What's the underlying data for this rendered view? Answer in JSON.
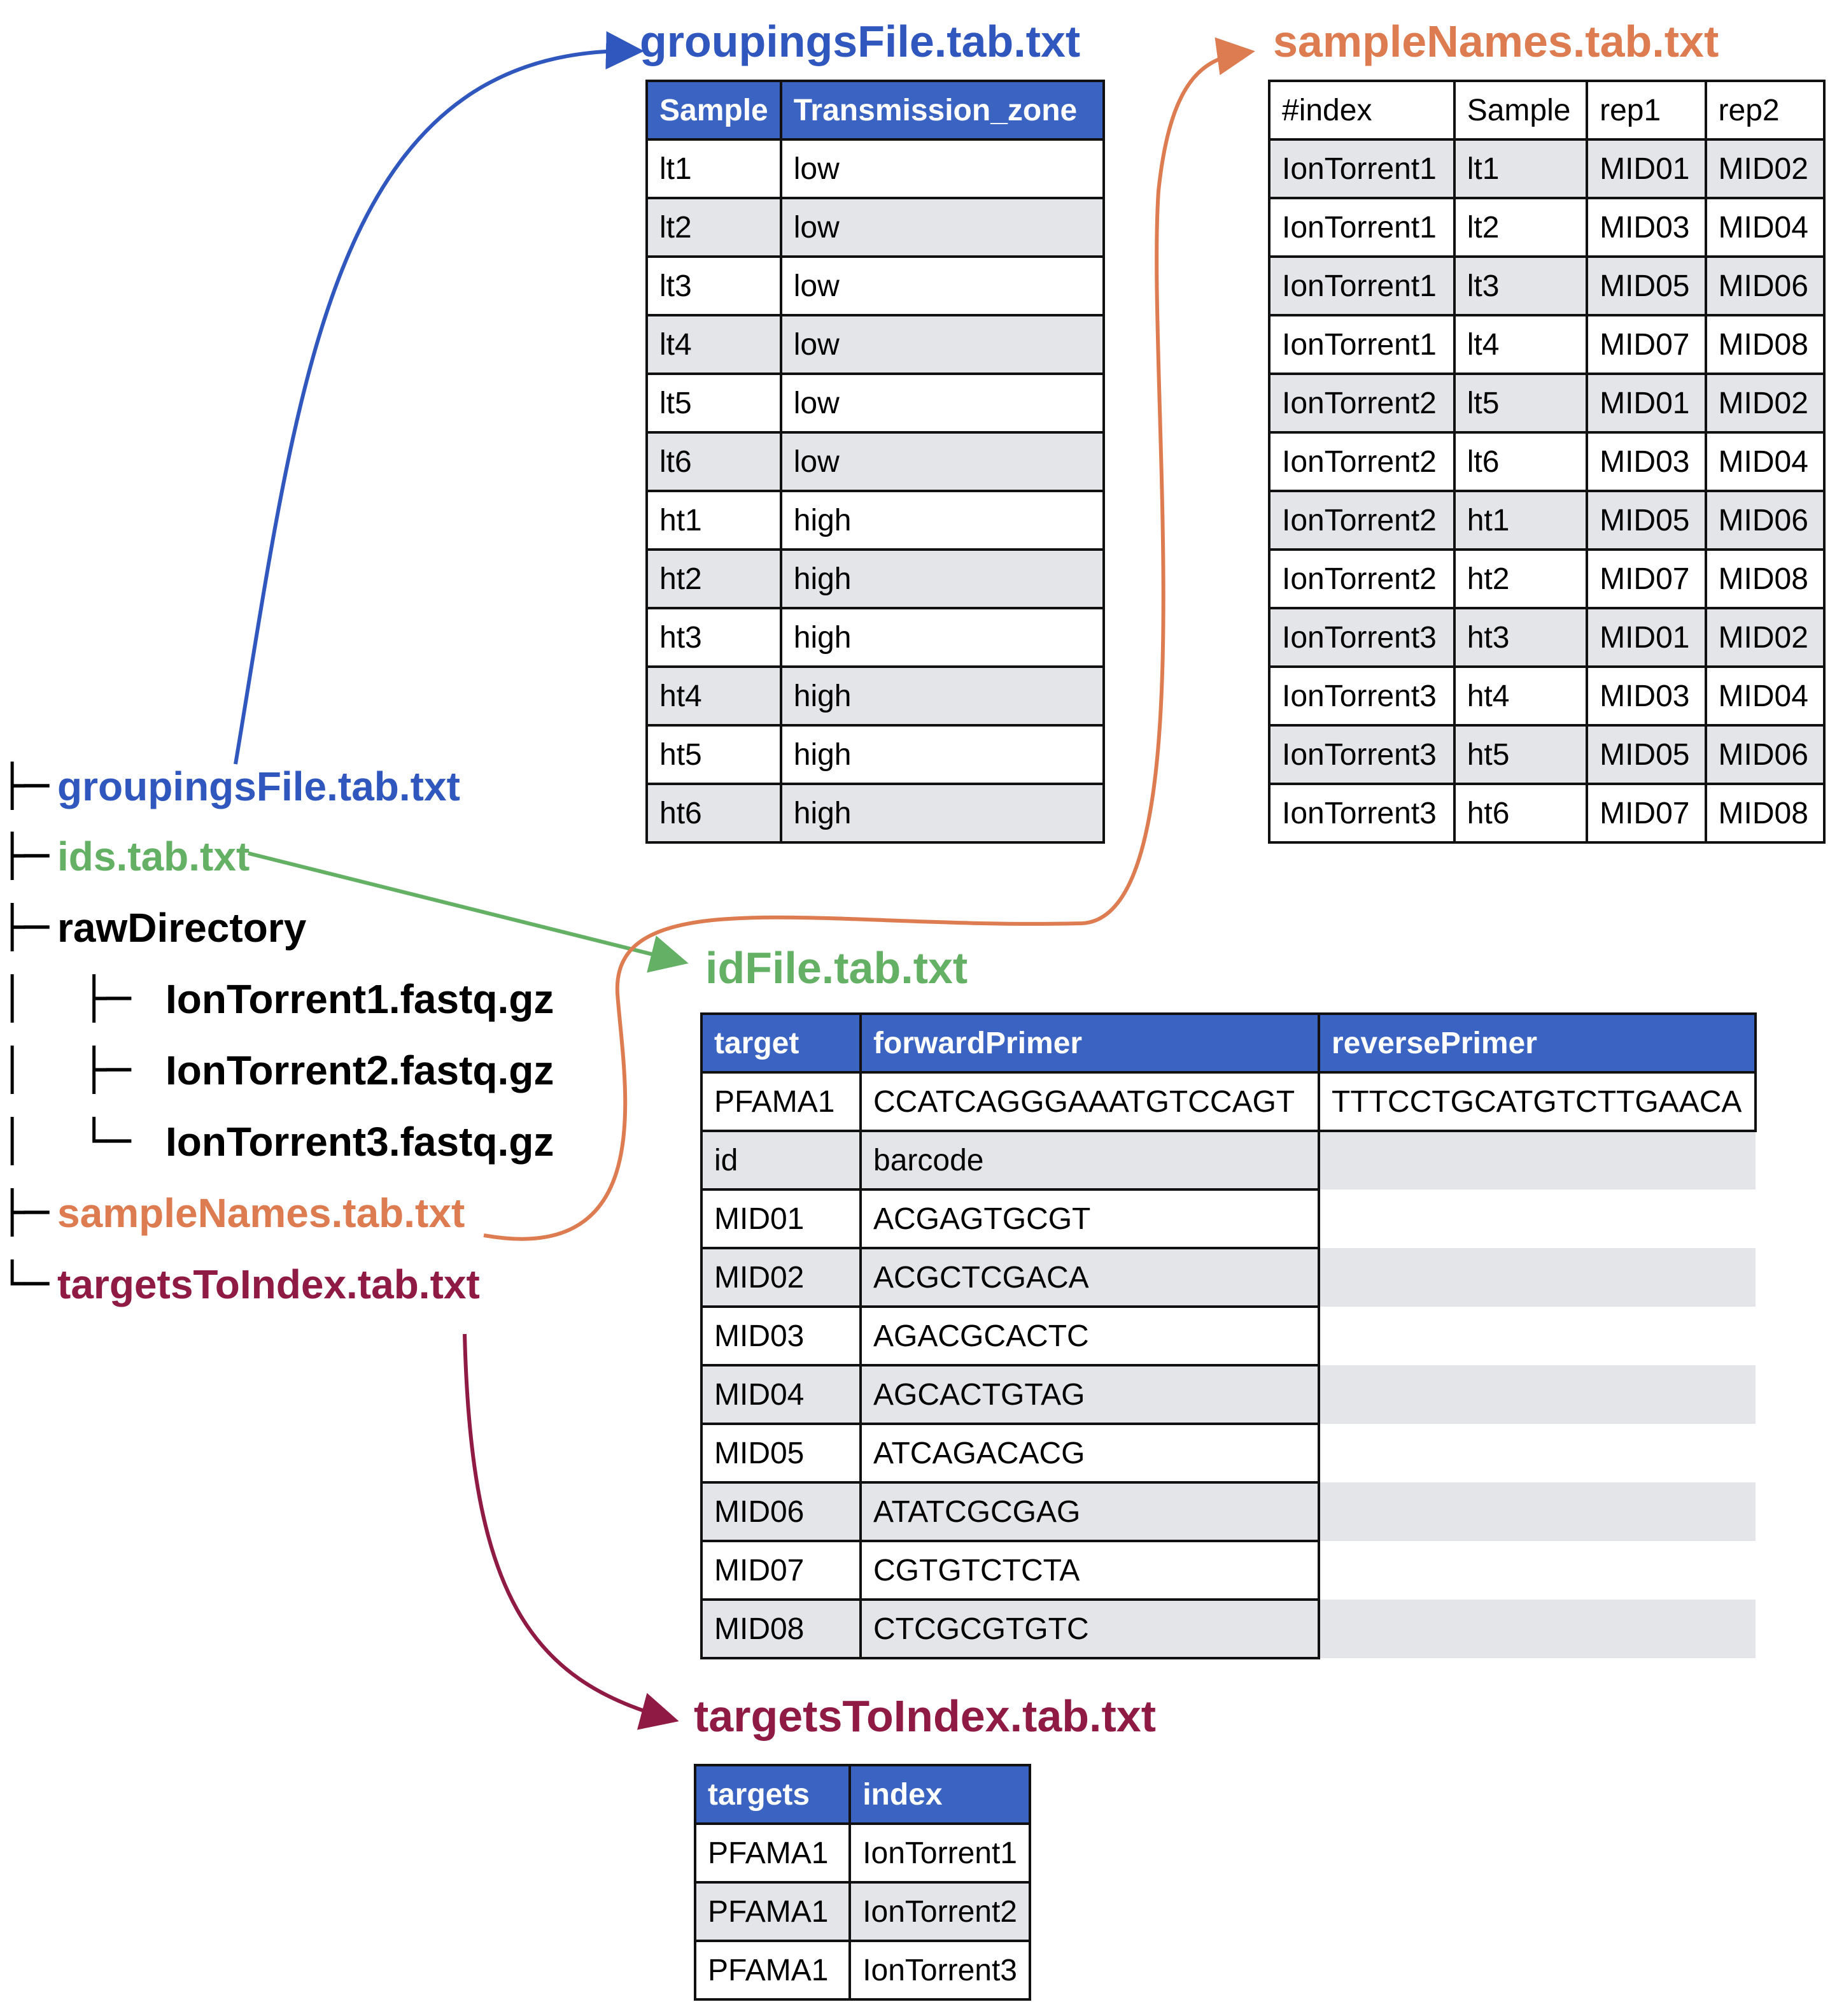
{
  "colors": {
    "grouping": "#3057bd",
    "ids": "#64b165",
    "sample_names": "#dd7c51",
    "targets": "#8f1a43",
    "header_bg": "#3a63c2",
    "alt_row_bg": "#e4e5e8"
  },
  "tree": {
    "items": [
      {
        "label": "groupingsFile.tab.txt"
      },
      {
        "label": "ids.tab.txt"
      },
      {
        "label": "rawDirectory"
      },
      {
        "label": "IonTorrent1.fastq.gz"
      },
      {
        "label": "IonTorrent2.fastq.gz"
      },
      {
        "label": "IonTorrent3.fastq.gz"
      },
      {
        "label": "sampleNames.tab.txt"
      },
      {
        "label": "targetsToIndex.tab.txt"
      }
    ]
  },
  "groupings": {
    "title": "groupingsFile.tab.txt",
    "headers": [
      "Sample",
      "Transmission_zone"
    ],
    "rows": [
      [
        "lt1",
        "low"
      ],
      [
        "lt2",
        "low"
      ],
      [
        "lt3",
        "low"
      ],
      [
        "lt4",
        "low"
      ],
      [
        "lt5",
        "low"
      ],
      [
        "lt6",
        "low"
      ],
      [
        "ht1",
        "high"
      ],
      [
        "ht2",
        "high"
      ],
      [
        "ht3",
        "high"
      ],
      [
        "ht4",
        "high"
      ],
      [
        "ht5",
        "high"
      ],
      [
        "ht6",
        "high"
      ]
    ]
  },
  "sample_names": {
    "title": "sampleNames.tab.txt",
    "headers": [
      "#index",
      "Sample",
      "rep1",
      "rep2"
    ],
    "rows": [
      [
        "IonTorrent1",
        "lt1",
        "MID01",
        "MID02"
      ],
      [
        "IonTorrent1",
        "lt2",
        "MID03",
        "MID04"
      ],
      [
        "IonTorrent1",
        "lt3",
        "MID05",
        "MID06"
      ],
      [
        "IonTorrent1",
        "lt4",
        "MID07",
        "MID08"
      ],
      [
        "IonTorrent2",
        "lt5",
        "MID01",
        "MID02"
      ],
      [
        "IonTorrent2",
        "lt6",
        "MID03",
        "MID04"
      ],
      [
        "IonTorrent2",
        "ht1",
        "MID05",
        "MID06"
      ],
      [
        "IonTorrent2",
        "ht2",
        "MID07",
        "MID08"
      ],
      [
        "IonTorrent3",
        "ht3",
        "MID01",
        "MID02"
      ],
      [
        "IonTorrent3",
        "ht4",
        "MID03",
        "MID04"
      ],
      [
        "IonTorrent3",
        "ht5",
        "MID05",
        "MID06"
      ],
      [
        "IonTorrent3",
        "ht6",
        "MID07",
        "MID08"
      ]
    ]
  },
  "id_file": {
    "title": "idFile.tab.txt",
    "headers": [
      "target",
      "forwardPrimer",
      "reversePrimer"
    ],
    "primer_row": [
      "PFAMA1",
      "CCATCAGGGAAATGTCCAGT",
      "TTTCCTGCATGTCTTGAACA"
    ],
    "sub_header": [
      "id",
      "barcode"
    ],
    "rows": [
      [
        "MID01",
        "ACGAGTGCGT"
      ],
      [
        "MID02",
        "ACGCTCGACA"
      ],
      [
        "MID03",
        "AGACGCACTC"
      ],
      [
        "MID04",
        "AGCACTGTAG"
      ],
      [
        "MID05",
        "ATCAGACACG"
      ],
      [
        "MID06",
        "ATATCGCGAG"
      ],
      [
        "MID07",
        "CGTGTCTCTA"
      ],
      [
        "MID08",
        "CTCGCGTGTC"
      ]
    ]
  },
  "targets_to_index": {
    "title": "targetsToIndex.tab.txt",
    "headers": [
      "targets",
      "index"
    ],
    "rows": [
      [
        "PFAMA1",
        "IonTorrent1"
      ],
      [
        "PFAMA1",
        "IonTorrent2"
      ],
      [
        "PFAMA1",
        "IonTorrent3"
      ]
    ]
  }
}
